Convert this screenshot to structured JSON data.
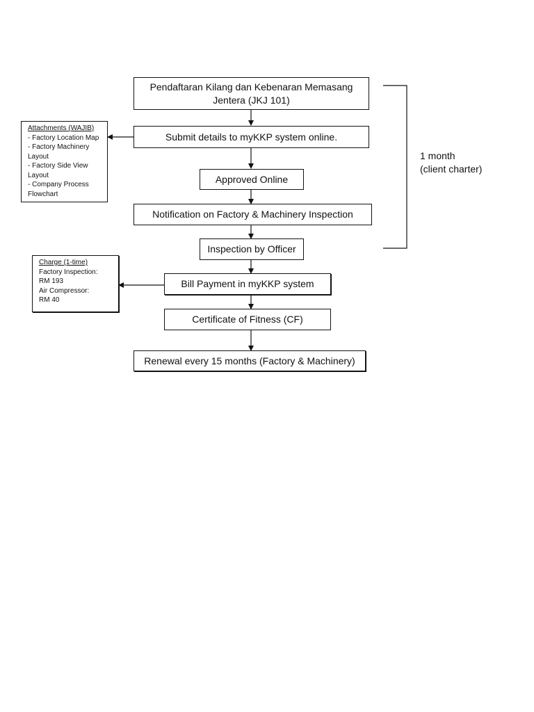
{
  "flow": {
    "step1_line1": "Pendaftaran Kilang dan Kebenaran Memasang",
    "step1_line2": "Jentera (JKJ 101)",
    "step2": "Submit details to myKKP system online.",
    "step3": "Approved Online",
    "step4": "Notification on Factory & Machinery Inspection",
    "step5": "Inspection by Officer",
    "step6": "Bill Payment in myKKP system",
    "step7": "Certificate of Fitness (CF)",
    "step8": "Renewal every 15 months (Factory & Machinery)"
  },
  "attachments": {
    "heading": "Attachments (WAJIB)",
    "items": [
      "- Factory Location Map",
      "- Factory Machinery",
      "Layout",
      "- Factory Side View",
      "Layout",
      "- Company Process",
      "Flowchart"
    ]
  },
  "charge": {
    "heading": "Charge (1-time)",
    "items": [
      "Factory Inspection:",
      "RM 193",
      "Air Compressor:",
      "RM 40"
    ]
  },
  "duration": {
    "line1": "1 month",
    "line2": "(client charter)"
  }
}
